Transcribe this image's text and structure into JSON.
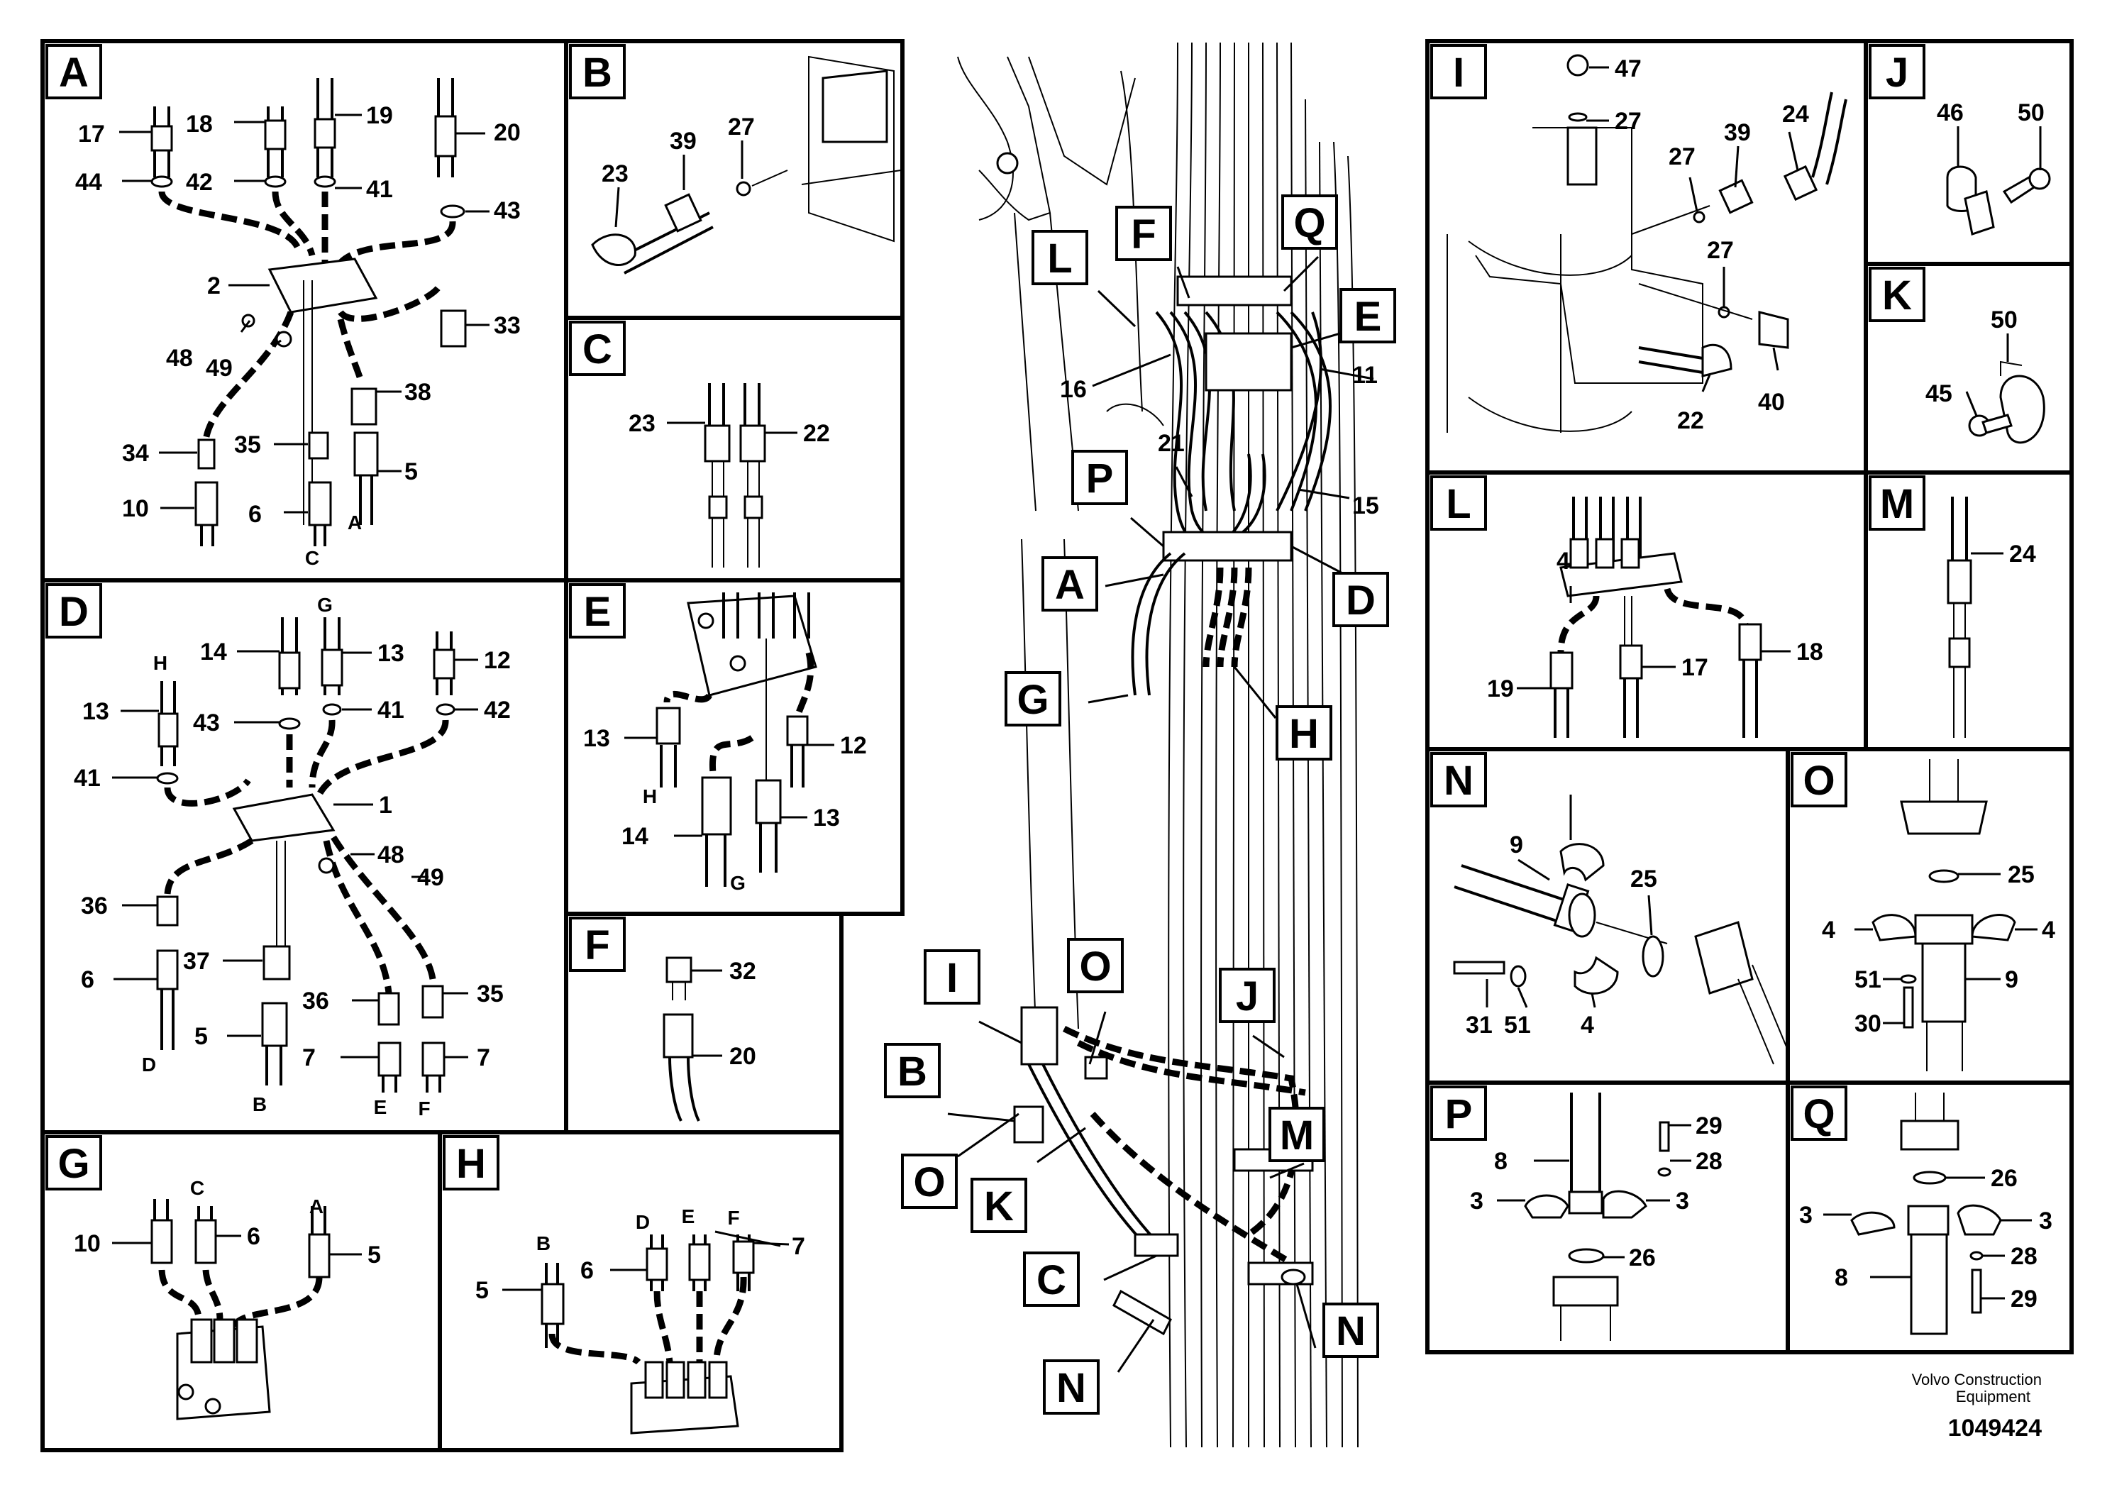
{
  "footer": {
    "brand_line1": "Volvo Construction",
    "brand_line2": "Equipment",
    "diagram_number": "1049424"
  },
  "panel_letters": [
    "A",
    "B",
    "C",
    "D",
    "E",
    "F",
    "G",
    "H",
    "I",
    "J",
    "K",
    "L",
    "M",
    "N",
    "O",
    "P",
    "Q"
  ],
  "callout_letters": [
    "L",
    "F",
    "Q",
    "E",
    "P",
    "A",
    "D",
    "G",
    "H",
    "I",
    "O",
    "B",
    "J",
    "M",
    "O",
    "K",
    "C",
    "N",
    "N"
  ],
  "part_numbers": {
    "A": [
      "17",
      "18",
      "19",
      "20",
      "44",
      "42",
      "41",
      "43",
      "2",
      "33",
      "48",
      "49",
      "38",
      "34",
      "35",
      "5",
      "10",
      "6"
    ],
    "B": [
      "23",
      "39",
      "27"
    ],
    "C": [
      "23",
      "22"
    ],
    "D": [
      "14",
      "13",
      "12",
      "13",
      "43",
      "41",
      "42",
      "41",
      "1",
      "48",
      "49",
      "36",
      "37",
      "36",
      "35",
      "6",
      "5",
      "7",
      "7"
    ],
    "E": [
      "13",
      "12",
      "14",
      "13"
    ],
    "F": [
      "32",
      "20"
    ],
    "G": [
      "10",
      "6",
      "5"
    ],
    "H": [
      "5",
      "6",
      "7"
    ],
    "I": [
      "47",
      "27",
      "27",
      "39",
      "24",
      "27",
      "22",
      "40"
    ],
    "J": [
      "46",
      "50"
    ],
    "K": [
      "50",
      "45"
    ],
    "L": [
      "19",
      "17",
      "18"
    ],
    "M": [
      "24"
    ],
    "N": [
      "4",
      "9",
      "25",
      "31",
      "51",
      "4"
    ],
    "O": [
      "25",
      "4",
      "4",
      "51",
      "9",
      "30"
    ],
    "P": [
      "29",
      "8",
      "28",
      "3",
      "3",
      "26"
    ],
    "Q": [
      "26",
      "3",
      "3",
      "8",
      "28",
      "29"
    ],
    "center": [
      "16",
      "11",
      "21",
      "15"
    ]
  },
  "connection_letters": {
    "A": [
      "C",
      "A"
    ],
    "D": [
      "H",
      "G",
      "D",
      "B",
      "E",
      "F"
    ],
    "E": [
      "H",
      "G"
    ],
    "G": [
      "C",
      "A"
    ],
    "H": [
      "B",
      "D",
      "E",
      "F"
    ]
  }
}
